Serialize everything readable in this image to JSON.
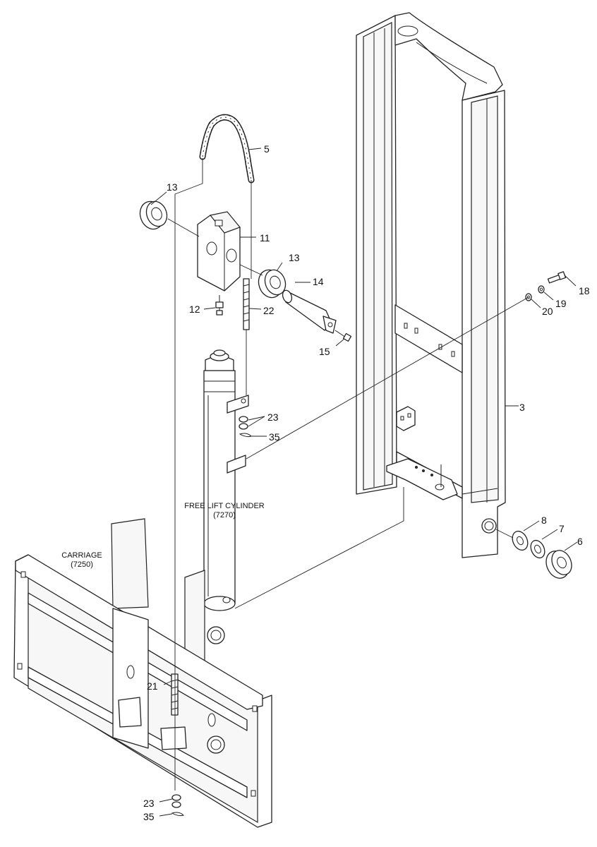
{
  "callouts": {
    "c3": "3",
    "c5": "5",
    "c6": "6",
    "c7": "7",
    "c8": "8",
    "c11": "11",
    "c12": "12",
    "c13a": "13",
    "c13b": "13",
    "c14": "14",
    "c15": "15",
    "c18": "18",
    "c19": "19",
    "c20": "20",
    "c21": "21",
    "c22": "22",
    "c23a": "23",
    "c23b": "23",
    "c35a": "35",
    "c35b": "35"
  },
  "labels": {
    "cylinder_name": "FREE LIFT CYLINDER",
    "cylinder_code": "(7270)",
    "carriage_name": "CARRIAGE",
    "carriage_code": "(7250)"
  }
}
